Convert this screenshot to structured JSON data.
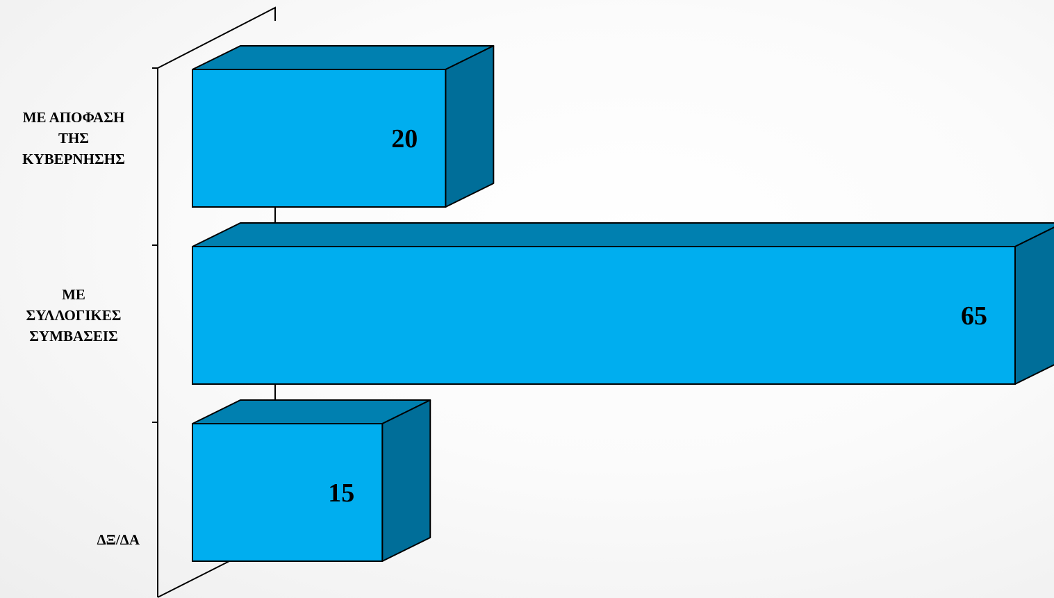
{
  "chart_data": {
    "type": "bar",
    "orientation": "horizontal",
    "three_d": true,
    "categories": [
      [
        "ΜΕ ΑΠΟΦΑΣΗ",
        "ΤΗΣ",
        "ΚΥΒΕΡΝΗΣΗΣ"
      ],
      [
        "ΜΕ",
        "ΣΥΛΛΟΓΙΚΕΣ",
        "ΣΥΜΒΑΣΕΙΣ"
      ],
      [
        "ΔΞ/ΔΑ"
      ]
    ],
    "values": [
      20,
      65,
      15
    ],
    "data_labels": [
      "20",
      "65",
      "15"
    ],
    "xlim": [
      0,
      65
    ],
    "value_axis_visible": false,
    "grid": false,
    "legend": "none",
    "colors": {
      "front": "#00AEEF",
      "top": "#0080B0",
      "side": "#006E99",
      "outline": "#000000"
    }
  }
}
